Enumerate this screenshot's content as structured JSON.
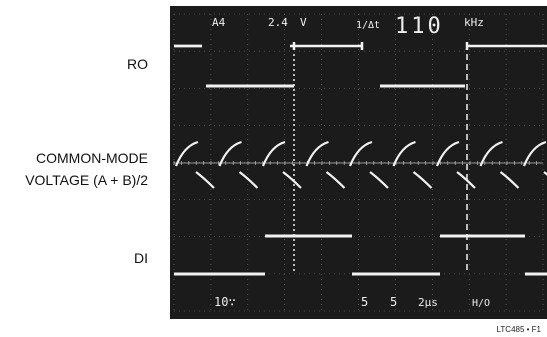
{
  "labels": {
    "ro": "RO",
    "cm_line1": "COMMON-MODE",
    "cm_line2": "VOLTAGE (A + B)/2",
    "di": "DI"
  },
  "figure_id": "LTC485 • F1",
  "scope": {
    "ch": "A4",
    "volts": "2.4",
    "volt_unit": "V",
    "delta_sym": "1/Δt",
    "freq": "110",
    "freq_unit": "kHz",
    "vdiv": "10∵",
    "ch1": "5",
    "ch2": "5",
    "timebase": "2μs",
    "mode": "H/O"
  },
  "colors": {
    "screen": "#1b1b1b",
    "trace": "#f2f2f2",
    "grid": "#8a8a8a"
  }
}
